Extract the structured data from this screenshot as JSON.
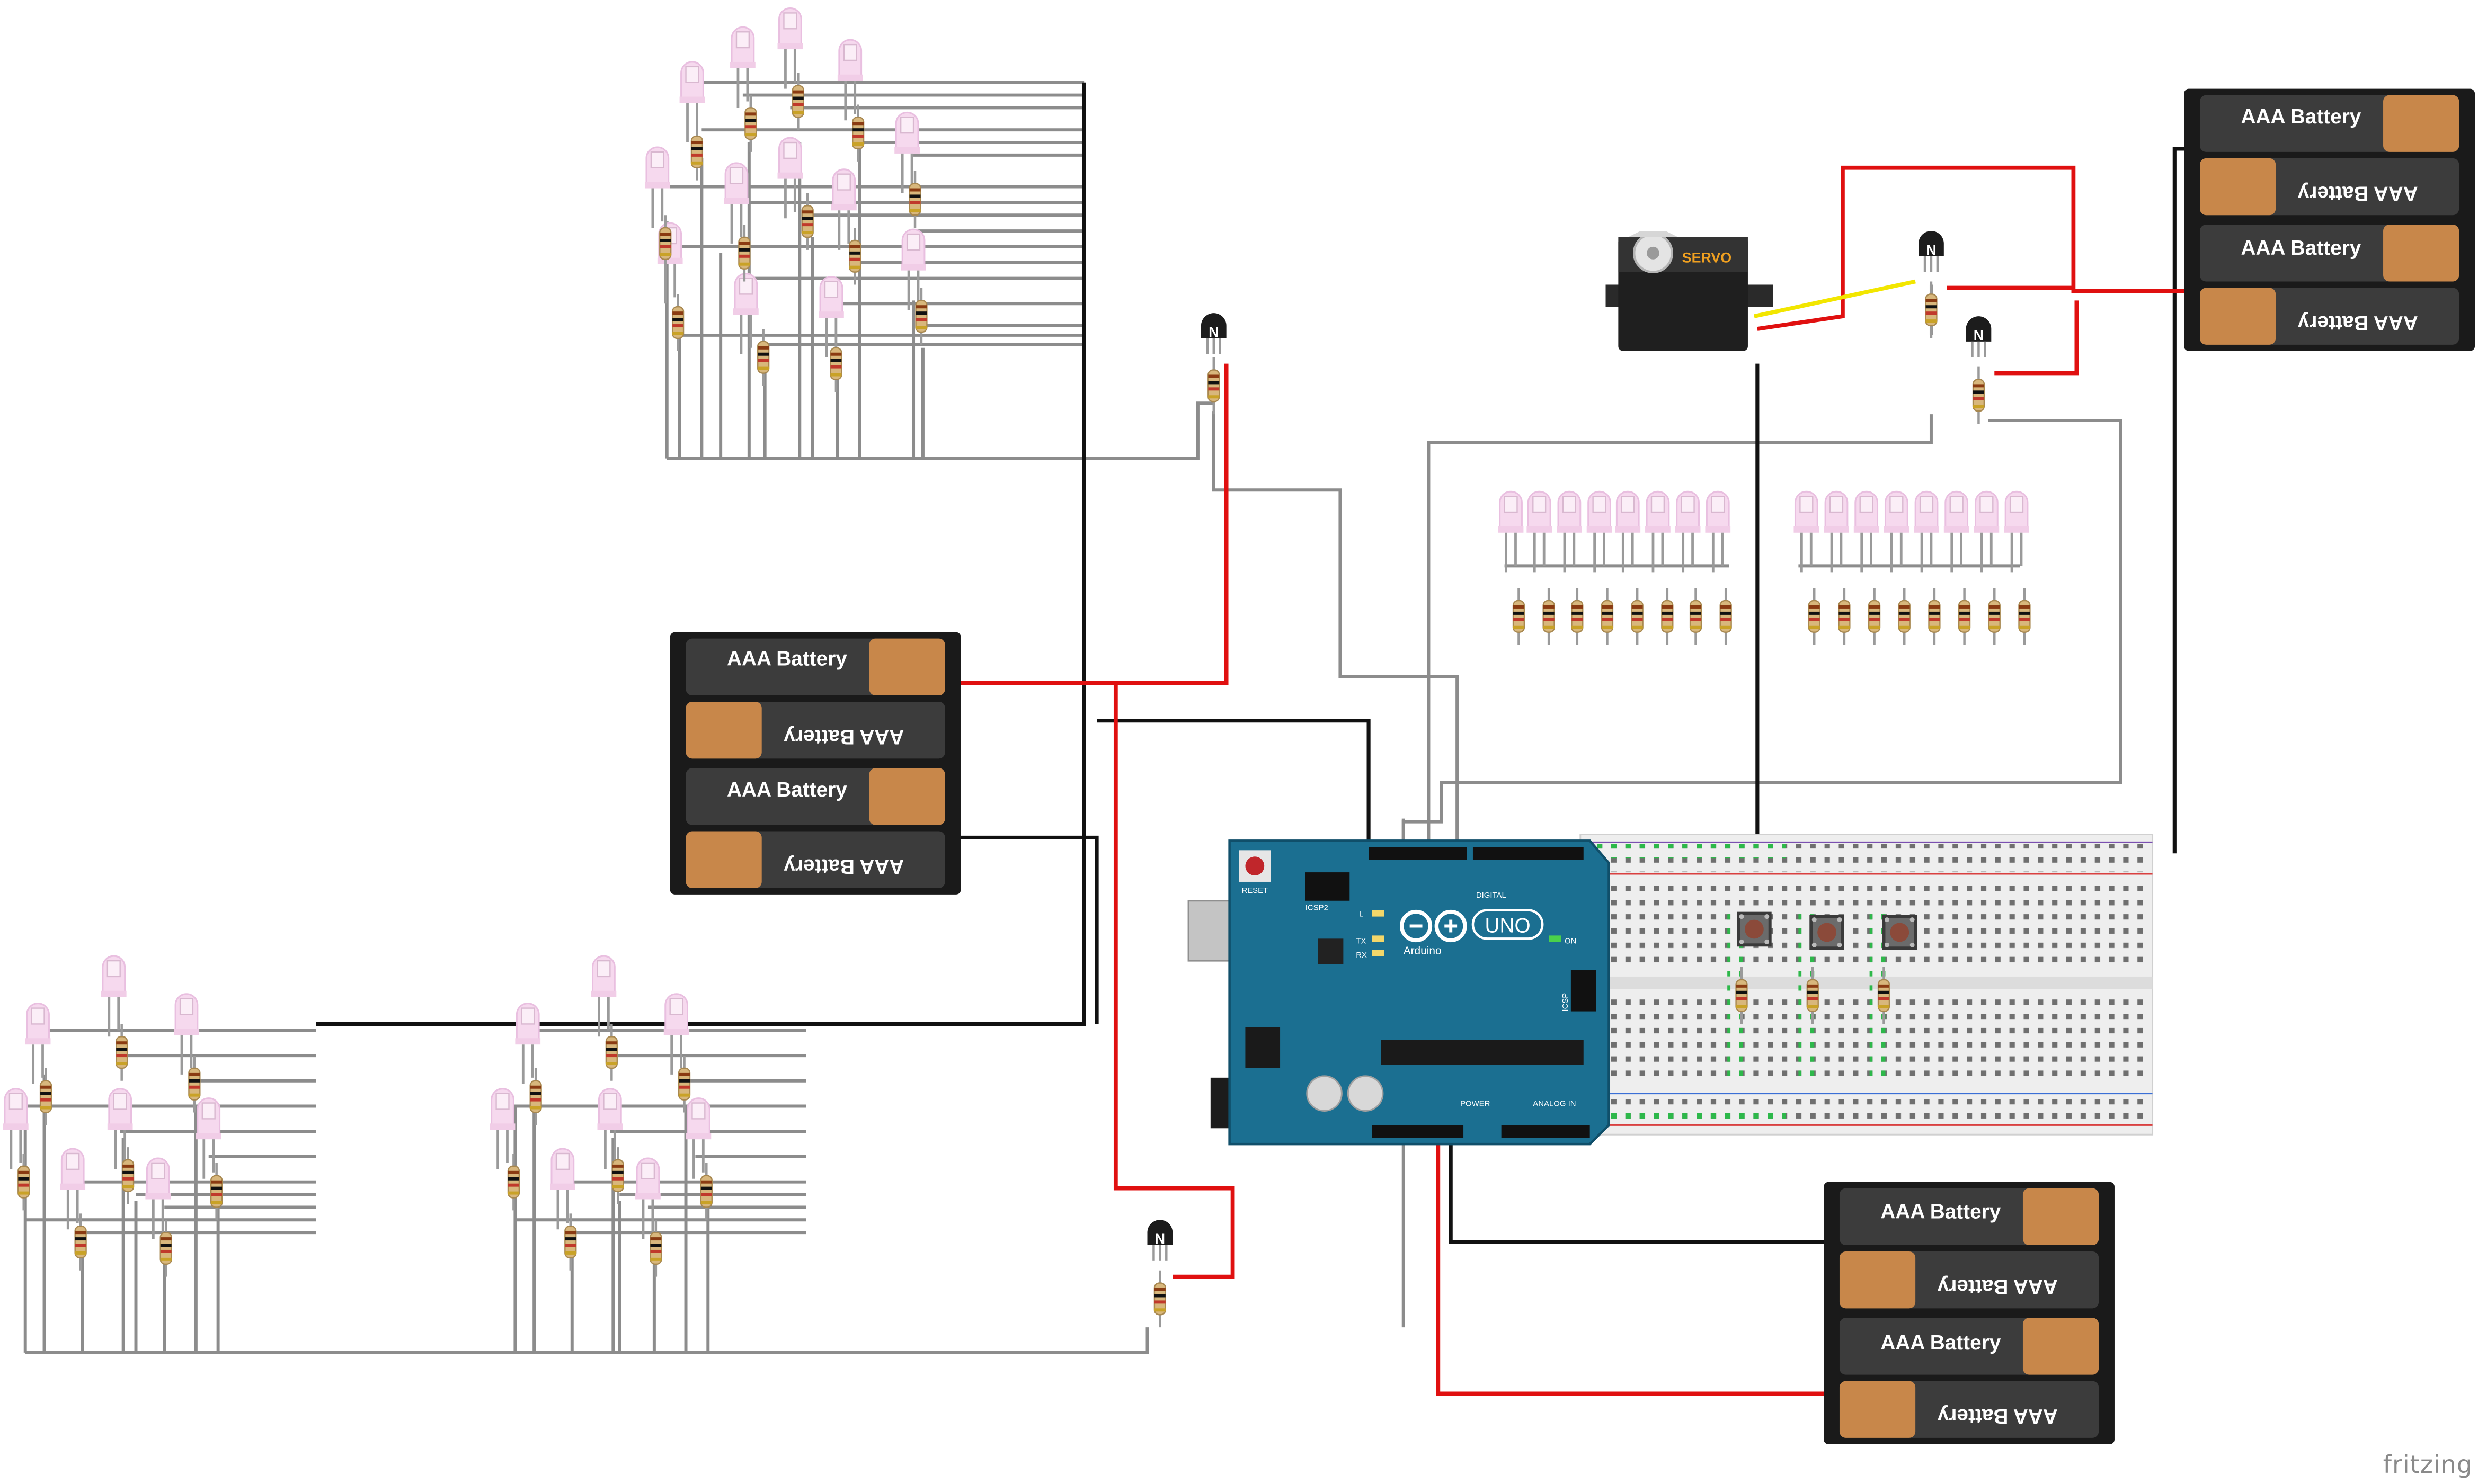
{
  "watermark": "fritzing",
  "battery_label": "AAA Battery",
  "servo_label": "SERVO",
  "transistor_label": "N",
  "arduino": {
    "reset": "RESET",
    "icsp2": "ICSP2",
    "digital": "DIGITAL",
    "on": "ON",
    "power": "POWER",
    "analog_in": "ANALOG IN",
    "uno": "UNO",
    "brand": "Arduino",
    "icsp": "ICSP",
    "l": "L",
    "tx": "TX",
    "rx": "RX"
  },
  "colors": {
    "wire_gray": "#8c8c8c",
    "wire_red": "#e01010",
    "wire_black": "#111111",
    "wire_yellow": "#f2e600",
    "board_teal": "#1b6f91",
    "breadboard": "#f0f0f0",
    "battery_case": "#1a1a1a",
    "cell_copper": "#c8874a",
    "led_pink": "#f4d4ec"
  }
}
